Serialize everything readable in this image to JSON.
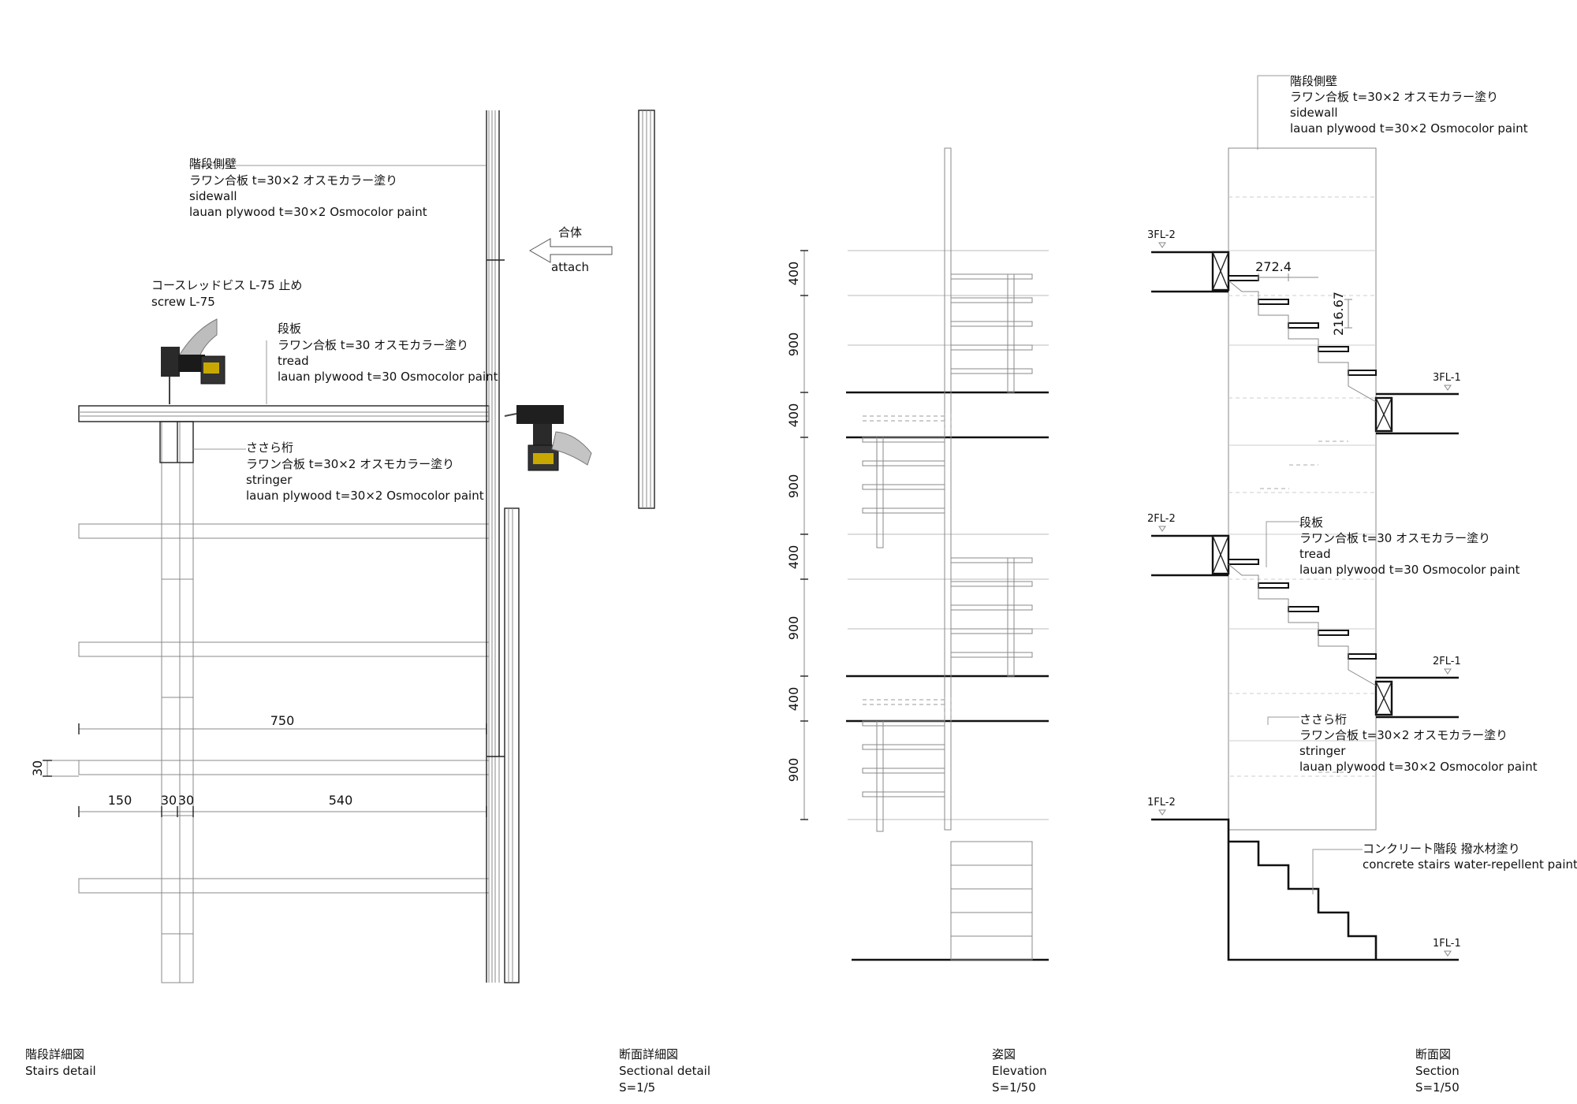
{
  "detail": {
    "sidewall": [
      "階段側壁",
      "ラワン合板 t=30×2 オスモカラー塗り",
      "sidewall",
      "lauan plywood t=30×2 Osmocolor paint"
    ],
    "screw": [
      "コースレッドビス L-75 止め",
      "screw L-75"
    ],
    "tread": [
      "段板",
      "ラワン合板 t=30 オスモカラー塗り",
      "tread",
      "lauan plywood t=30 Osmocolor paint"
    ],
    "stringer": [
      "ささら桁",
      "ラワン合板 t=30×2 オスモカラー塗り",
      "stringer",
      "lauan plywood t=30×2 Osmocolor paint"
    ],
    "attach": [
      "合体",
      "attach"
    ],
    "dims": {
      "d750": "750",
      "d30v": "30",
      "d150": "150",
      "d30a": "30",
      "d30b": "30",
      "d540": "540"
    }
  },
  "elevation": {
    "dims": [
      "400",
      "900",
      "400",
      "900",
      "400",
      "900",
      "400",
      "900"
    ]
  },
  "section": {
    "sidewall": [
      "階段側壁",
      "ラワン合板 t=30×2 オスモカラー塗り",
      "sidewall",
      "lauan plywood t=30×2 Osmocolor paint"
    ],
    "tread": [
      "段板",
      "ラワン合板 t=30 オスモカラー塗り",
      "tread",
      "lauan plywood t=30 Osmocolor paint"
    ],
    "stringer": [
      "ささら桁",
      "ラワン合板 t=30×2 オスモカラー塗り",
      "stringer",
      "lauan plywood t=30×2 Osmocolor paint"
    ],
    "concrete": [
      "コンクリート階段 撥水材塗り",
      "concrete stairs  water-repellent paint"
    ],
    "run": "272.4",
    "rise": "216.67",
    "levels": {
      "fl3_2": "3FL-2",
      "fl3_1": "3FL-1",
      "fl2_2": "2FL-2",
      "fl2_1": "2FL-1",
      "fl1_2": "1FL-2",
      "fl1_1": "1FL-1"
    }
  },
  "captions": {
    "stairs_detail": [
      "階段詳細図",
      "Stairs detail"
    ],
    "sectional_detail": [
      "断面詳細図",
      "Sectional detail",
      "S=1/5"
    ],
    "elevation": [
      "姿図",
      "Elevation",
      "S=1/50"
    ],
    "section": [
      "断面図",
      "Section",
      "S=1/50"
    ]
  }
}
